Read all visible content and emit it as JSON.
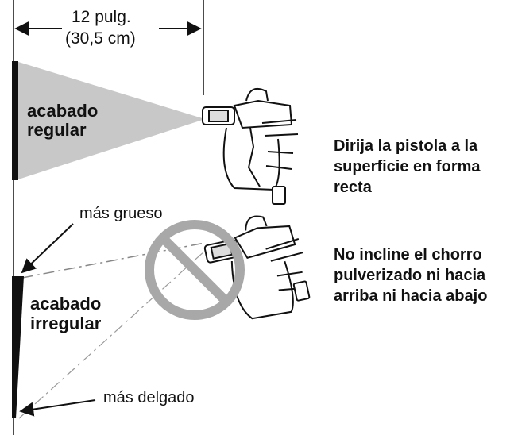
{
  "distance": {
    "imperial": "12 pulg.",
    "metric": "(30,5 cm)"
  },
  "top_example": {
    "label_line1": "acabado",
    "label_line2": "regular",
    "instruction": [
      "Dirija la pistola a la",
      "superficie en forma",
      "recta"
    ]
  },
  "bottom_example": {
    "label_line1": "acabado",
    "label_line2": "irregular",
    "thicker": "más grueso",
    "thinner": "más delgado",
    "instruction": [
      "No incline el chorro",
      "pulverizado ni hacia",
      "arriba ni hacia abajo"
    ]
  },
  "icons": {
    "spray_gun": "spray-gun-icon",
    "prohibited": "prohibition-icon"
  },
  "colors": {
    "ink": "#111111",
    "spray_fan": "#c8c8c8",
    "prohibition": "#a8a8a8"
  }
}
